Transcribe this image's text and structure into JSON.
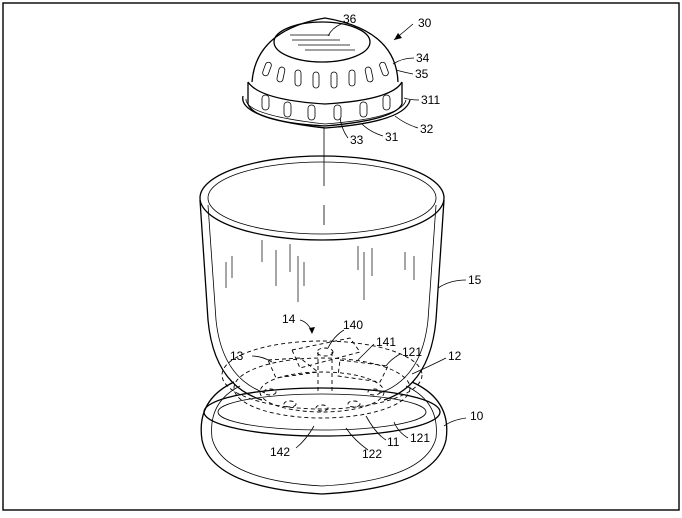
{
  "figure": {
    "labels": [
      {
        "id": "label-30",
        "text": "30"
      },
      {
        "id": "label-36",
        "text": "36"
      },
      {
        "id": "label-34",
        "text": "34"
      },
      {
        "id": "label-35",
        "text": "35"
      },
      {
        "id": "label-311",
        "text": "311"
      },
      {
        "id": "label-32",
        "text": "32"
      },
      {
        "id": "label-31",
        "text": "31"
      },
      {
        "id": "label-33",
        "text": "33"
      },
      {
        "id": "label-15",
        "text": "15"
      },
      {
        "id": "label-14",
        "text": "14"
      },
      {
        "id": "label-140",
        "text": "140"
      },
      {
        "id": "label-141",
        "text": "141"
      },
      {
        "id": "label-121-upper",
        "text": "121"
      },
      {
        "id": "label-12",
        "text": "12"
      },
      {
        "id": "label-13",
        "text": "13"
      },
      {
        "id": "label-10",
        "text": "10"
      },
      {
        "id": "label-11",
        "text": "11"
      },
      {
        "id": "label-121-lower",
        "text": "121"
      },
      {
        "id": "label-122",
        "text": "122"
      },
      {
        "id": "label-142",
        "text": "142"
      }
    ]
  }
}
